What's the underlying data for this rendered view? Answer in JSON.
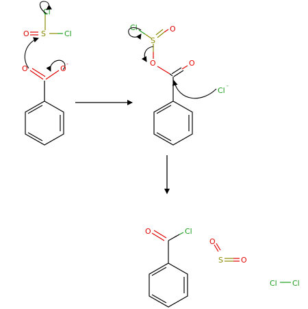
{
  "atoms": {
    "o": "O",
    "s": "S",
    "cl": "Cl",
    "o_minus_sup": "-",
    "cl_minus_sup": "-"
  },
  "colors": {
    "oxygen": "#e00000",
    "sulfur": "#8a8a00",
    "chlorine": "#1a9c1a",
    "carbon": "#000000"
  },
  "panels": [
    {
      "name": "reactants",
      "species": [
        "thionyl-chloride",
        "benzoate"
      ]
    },
    {
      "name": "intermediate",
      "species": [
        "chlorosulfite-ester",
        "chloride-ion"
      ]
    },
    {
      "name": "products",
      "species": [
        "benzoyl-chloride",
        "sulfur-dioxide",
        "chlorine"
      ]
    }
  ]
}
